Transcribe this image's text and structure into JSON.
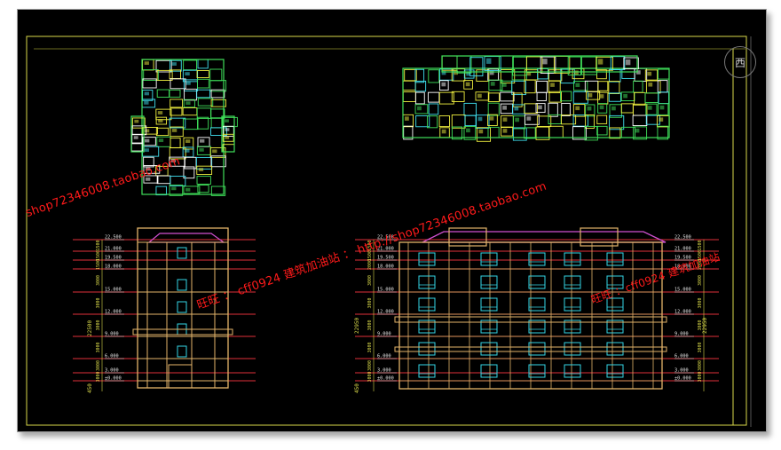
{
  "sheet": {
    "compass_label": "西",
    "watermark_shop_left": "shop72346008.taobao.com",
    "watermark_center": "旺旺 ： cff0924  建筑加油站 ： http://shop72346008.taobao.com",
    "watermark_right": "旺旺 ：cff0924  建筑加油站"
  },
  "elevation_left": {
    "levels": [
      "22.500",
      "21.000",
      "19.500",
      "18.000",
      "15.000",
      "12.000",
      "9.000",
      "6.000",
      "3.000",
      "±0.000"
    ],
    "dims": [
      "1500",
      "1500",
      "1500",
      "3000",
      "3000",
      "3000",
      "3000",
      "3000",
      "3000",
      "3000"
    ],
    "overall": "22500",
    "base": "450"
  },
  "elevation_right": {
    "levels": [
      "22.500",
      "21.000",
      "19.500",
      "18.000",
      "15.000",
      "12.000",
      "9.000",
      "6.000",
      "3.000",
      "±0.000"
    ],
    "right_levels": [
      "22.500",
      "21.000",
      "19.500",
      "18.000",
      "15.000",
      "12.000",
      "9.000",
      "6.000",
      "3.000",
      "±0.000"
    ],
    "dims": [
      "1500",
      "1500",
      "2000",
      "3000",
      "3000",
      "3000",
      "3000",
      "3000",
      "3000",
      "3000"
    ],
    "overall": "22950",
    "base": "450"
  },
  "colors": {
    "background": "#000000",
    "frame_line": "#d8d84a",
    "level_line": "#e0303a",
    "wall": "#e3b46a",
    "window": "#35d6e6",
    "roof": "#d050d0",
    "plan_green": "#3fe05a",
    "plan_yellow": "#f0f040",
    "plan_cyan": "#40e0f0",
    "watermark": "#ff1a1a"
  }
}
